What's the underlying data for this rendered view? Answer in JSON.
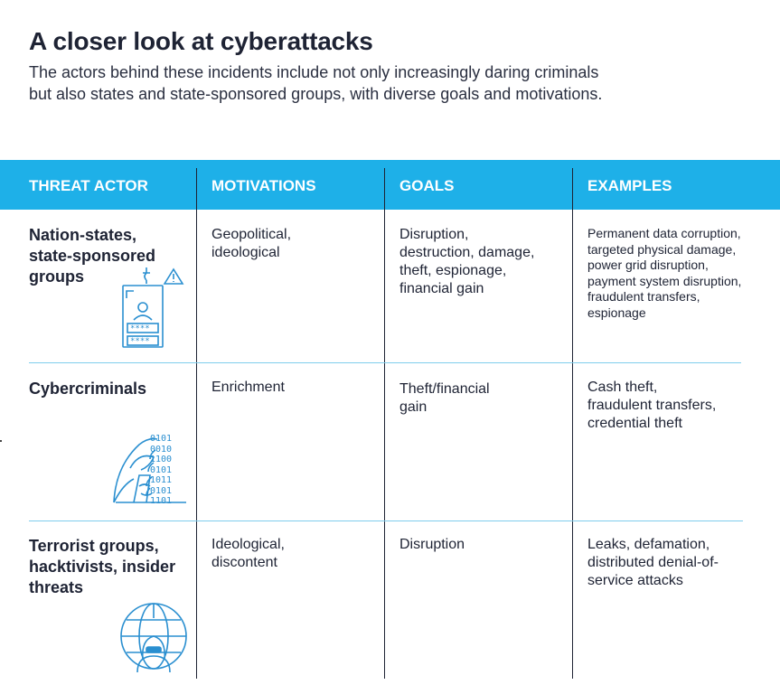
{
  "header": {
    "title": "A closer look at cyberattacks",
    "subtitle": "The actors behind these incidents include not only increasingly daring criminals but also states and state-sponsored groups, with diverse goals and motivations."
  },
  "table": {
    "columns": [
      "THREAT ACTOR",
      "MOTIVATIONS",
      "GOALS",
      "EXAMPLES"
    ],
    "rows": [
      {
        "actor": [
          "Nation-states,",
          "state-sponsored",
          "groups"
        ],
        "motivations": [
          "Geopolitical,",
          "ideological"
        ],
        "goals": [
          "Disruption,",
          "destruction, damage,",
          "theft, espionage,",
          "financial gain"
        ],
        "examples": [
          "Permanent data corruption,",
          "targeted physical damage,",
          "power grid disruption,",
          "payment system disruption,",
          "fraudulent transfers,",
          "espionage"
        ],
        "icon": "id-card-alert-icon"
      },
      {
        "actor": [
          "Cybercriminals"
        ],
        "motivations": [
          "Enrichment"
        ],
        "goals": [
          "Theft/financial",
          "gain"
        ],
        "examples": [
          "Cash theft,",
          "fraudulent transfers,",
          "credential theft"
        ],
        "icon": "hooded-hacker-binary-icon",
        "binary": [
          "0101",
          "0010",
          "1100",
          "0101",
          "1011",
          "0101",
          "1101"
        ]
      },
      {
        "actor": [
          "Terrorist groups,",
          "hacktivists, insider",
          "threats"
        ],
        "motivations": [
          "Ideological,",
          "discontent"
        ],
        "goals": [
          "Disruption"
        ],
        "examples": [
          "Leaks, defamation,",
          "distributed denial-of-",
          "service attacks"
        ],
        "icon": "globe-hacker-icon"
      }
    ]
  },
  "colors": {
    "accent": "#1eb0e8",
    "text": "#1e2334",
    "icon": "#2a8fd0",
    "divider": "#7fcdec"
  }
}
